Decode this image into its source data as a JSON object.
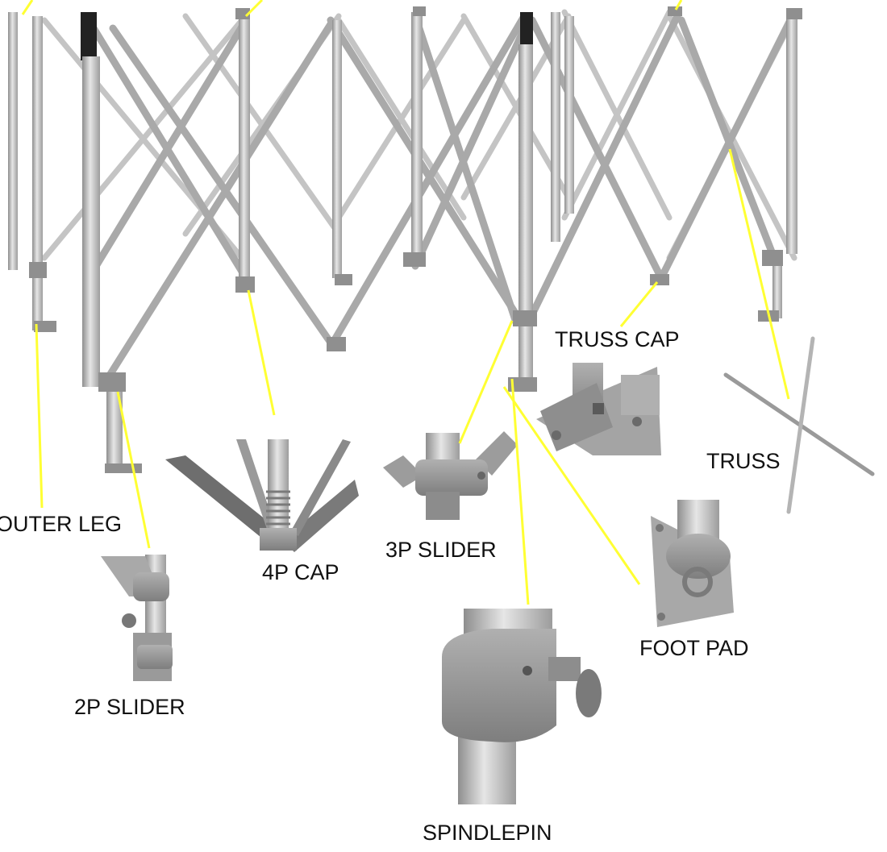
{
  "labels": {
    "outer_leg": "OUTER LEG",
    "two_p_slider": "2P SLIDER",
    "four_p_cap": "4P CAP",
    "three_p_slider": "3P SLIDER",
    "truss_cap": "TRUSS CAP",
    "truss": "TRUSS",
    "foot_pad": "FOOT PAD",
    "spindlepin": "SPINDLEPIN"
  },
  "colors": {
    "background": "#ffffff",
    "leader_line": "#ffff33",
    "aluminum_light": "#dcdcdc",
    "aluminum_mid": "#b8b8b8",
    "aluminum_dark": "#8a8a8a",
    "cast_part": "#9a9a9a",
    "label_text": "#111111"
  },
  "icons": {
    "frame": "folding-canopy-frame-illustration",
    "details": [
      "2p-slider-part",
      "4p-cap-part",
      "3p-slider-part",
      "truss-cap-part",
      "truss-part",
      "foot-pad-part",
      "spindlepin-part"
    ]
  }
}
